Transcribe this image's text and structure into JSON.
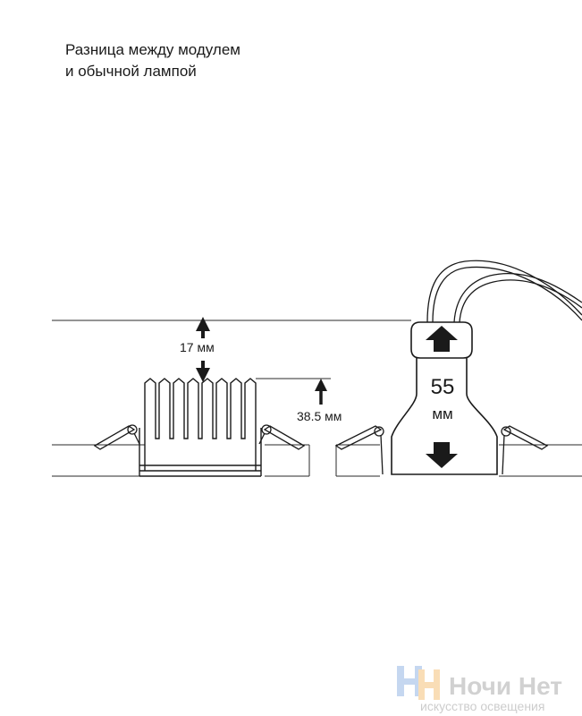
{
  "heading": {
    "line1": "Разница между модулем",
    "line2": "и обычной лампой"
  },
  "dimensions": {
    "gap": "17 мм",
    "module_height": "38.5 мм",
    "lamp_value": "55",
    "lamp_unit": "мм"
  },
  "logo": {
    "name": "Ночи Нет",
    "tagline": "искусство освещения",
    "colors": {
      "blue": "#5b8fd6",
      "orange": "#f0a030",
      "gray": "#9a9a9a"
    }
  },
  "colors": {
    "ink": "#1a1a1a",
    "line": "#2a2a2a"
  }
}
